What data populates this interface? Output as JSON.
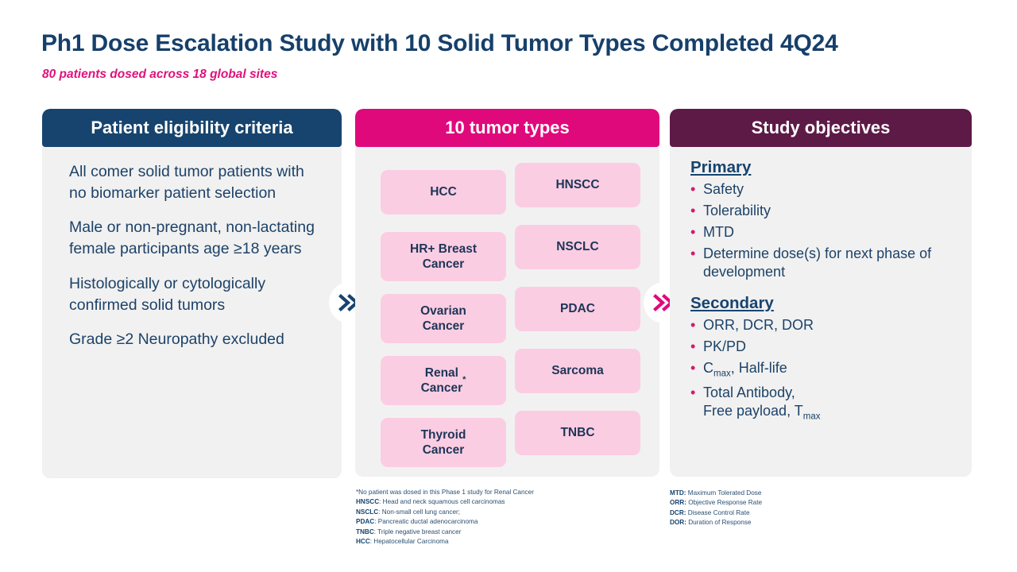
{
  "header": {
    "title": "Ph1 Dose Escalation Study with 10 Solid Tumor Types Completed 4Q24",
    "subtitle": "80 patients dosed across 18 global sites"
  },
  "colors": {
    "navy": "#17446e",
    "magenta": "#e0097c",
    "purple": "#5e1a46",
    "tile_pink": "#fbcde2",
    "body_text": "#1d4268",
    "card_bg": "#f1f1f1"
  },
  "cards": {
    "eligibility": {
      "heading": "Patient eligibility criteria",
      "items": [
        "All comer solid tumor patients with no biomarker patient selection",
        "Male or non-pregnant, non-lactating female participants age ≥18 years",
        "Histologically or cytologically confirmed solid tumors",
        "Grade ≥2 Neuropathy excluded"
      ]
    },
    "tumors": {
      "heading": "10 tumor types",
      "left_column": [
        {
          "label": "HCC",
          "two_line": false,
          "asterisk": false
        },
        {
          "label": "HR+ Breast Cancer",
          "two_line": true,
          "asterisk": false
        },
        {
          "label": "Ovarian Cancer",
          "two_line": true,
          "asterisk": false
        },
        {
          "label": "Renal Cancer",
          "two_line": true,
          "asterisk": true
        },
        {
          "label": "Thyroid Cancer",
          "two_line": true,
          "asterisk": false
        }
      ],
      "right_column": [
        {
          "label": "HNSCC",
          "two_line": false,
          "asterisk": false
        },
        {
          "label": "NSCLC",
          "two_line": false,
          "asterisk": false
        },
        {
          "label": "PDAC",
          "two_line": false,
          "asterisk": false
        },
        {
          "label": "Sarcoma",
          "two_line": false,
          "asterisk": false
        },
        {
          "label": "TNBC",
          "two_line": false,
          "asterisk": false
        }
      ]
    },
    "objectives": {
      "heading": "Study objectives",
      "primary_label": "Primary",
      "primary_items": [
        {
          "text": "Safety"
        },
        {
          "text": "Tolerability"
        },
        {
          "text": "MTD"
        },
        {
          "text": "Determine dose(s) for next phase of development"
        }
      ],
      "secondary_label": "Secondary",
      "secondary_items": [
        {
          "text": "ORR, DCR, DOR"
        },
        {
          "text": "PK/PD"
        },
        {
          "text": "C",
          "sub": "max",
          "after": ", Half-life"
        },
        {
          "text": "Total Antibody,\nFree payload, T",
          "sub": "max",
          "after": ""
        }
      ]
    }
  },
  "connectors": [
    {
      "name": "chevron-right-navy",
      "glyph": "»",
      "color": "#17446e"
    },
    {
      "name": "chevron-right-magenta",
      "glyph": "»",
      "color": "#e0097c"
    }
  ],
  "footnotes": {
    "left": [
      {
        "abbr": "",
        "text": "*No patient was dosed in this Phase 1 study for Renal Cancer"
      },
      {
        "abbr": "HNSCC",
        "text": ": Head and neck squamous cell carcinomas"
      },
      {
        "abbr": "NSCLC",
        "text": ": Non-small cell lung cancer;"
      },
      {
        "abbr": "PDAC",
        "text": ": Pancreatic ductal adenocarcinoma"
      },
      {
        "abbr": "TNBC",
        "text": ": Triple negative breast cancer"
      },
      {
        "abbr": "HCC",
        "text": ": Hepatocellular Carcinoma"
      }
    ],
    "right": [
      {
        "abbr": "MTD:",
        "text": " Maximum Tolerated Dose"
      },
      {
        "abbr": "ORR:",
        "text": " Objective Response Rate"
      },
      {
        "abbr": "DCR:",
        "text": " Disease Control Rate"
      },
      {
        "abbr": "DOR:",
        "text": " Duration of Response"
      }
    ]
  }
}
